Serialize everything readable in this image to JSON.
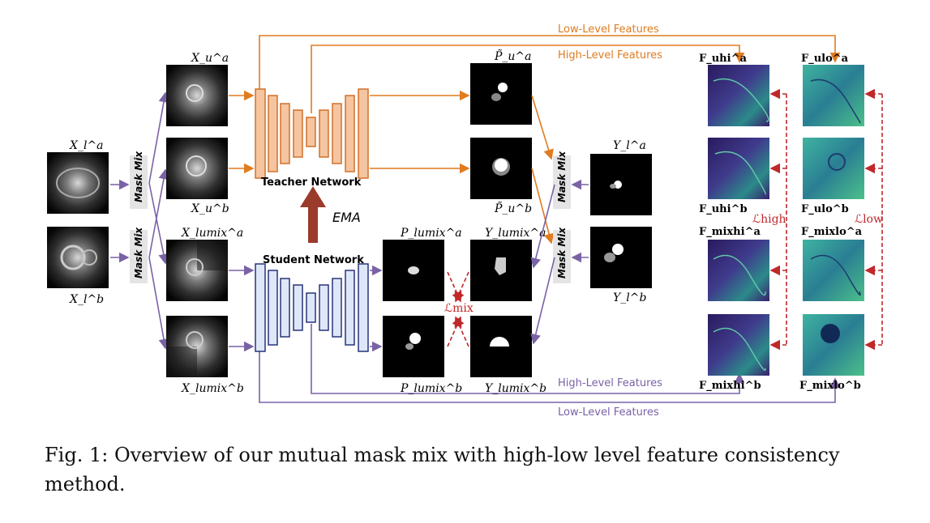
{
  "figure": {
    "low_level_features_label": "Low-Level Features",
    "high_level_features_label": "High-Level Features",
    "teacher_network_label": "Teacher Network",
    "student_network_label": "Student Network",
    "ema_label": "EMA",
    "mask_mix_label": "Mask Mix",
    "loss_mix_label": "ℒmix",
    "loss_high_label": "ℒhigh",
    "loss_low_label": "ℒlow",
    "inputs": {
      "xla": "X_l^a",
      "xlb": "X_l^b",
      "xua": "X_u^a",
      "xub": "X_u^b",
      "xlumix_a": "X_lumix^a",
      "xlumix_b": "X_lumix^b"
    },
    "outputs": {
      "pu_a": "P̃_u^a",
      "pu_b": "P̃_u^b",
      "plumix_a": "P_lumix^a",
      "plumix_b": "P_lumix^b",
      "ylumix_a": "Y_lumix^a",
      "ylumix_b": "Y_lumix^b",
      "yl_a": "Y_l^a",
      "yl_b": "Y_l^b"
    },
    "features": {
      "f_uhi_a": "F_uhi^a",
      "f_uhi_b": "F_uhi^b",
      "f_ulo_a": "F_ulo^a",
      "f_ulo_b": "F_ulo^b",
      "f_mixhi_a": "F_mixhi^a",
      "f_mixhi_b": "F_mixhi^b",
      "f_mixlo_a": "F_mixlo^a",
      "f_mixlo_b": "F_mixlo^b"
    },
    "colors": {
      "teacher_orange": "#e07b1f",
      "student_purple": "#7a62a6",
      "loss_red": "#c0282a",
      "ema_brown": "#9a3b2c"
    }
  },
  "caption": {
    "prefix": "Fig. 1:",
    "text": " Overview of our mutual mask mix with high-low level feature consistency method."
  }
}
